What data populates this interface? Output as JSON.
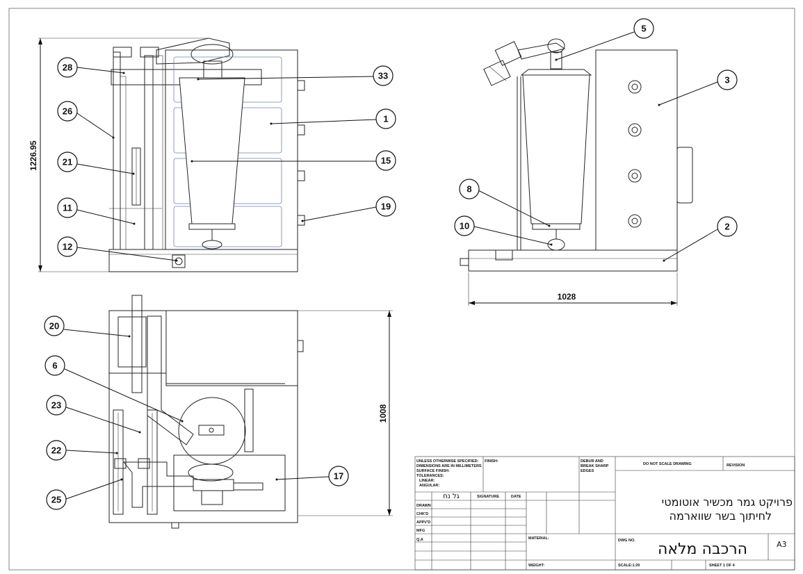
{
  "drawing": {
    "dims": {
      "height_front": "1226.95",
      "width_side": "1028",
      "depth_top": "1008"
    },
    "balloons": [
      "28",
      "26",
      "21",
      "11",
      "12",
      "33",
      "1",
      "15",
      "19",
      "5",
      "3",
      "8",
      "10",
      "2",
      "20",
      "6",
      "23",
      "22",
      "25",
      "17"
    ],
    "title_block": {
      "unless_lines": [
        "UNLESS OTHERWISE SPECIFIED:",
        "DIMENSIONS ARE IN MILLIMETERS",
        "SURFACE FINISH:",
        "TOLERANCES:",
        "LINEAR:",
        "ANGULAR:"
      ],
      "finish": "FINISH:",
      "debur": [
        "DEBUR AND",
        "BREAK SHARP",
        "EDGES"
      ],
      "do_not_scale": "DO NOT SCALE DRAWING",
      "revision": "REVISION",
      "name_header": "גל נח",
      "signature": "SIGNATURE",
      "date": "DATE",
      "rows": [
        "DRAWN",
        "CHK'D",
        "APPV'D",
        "MFG",
        "Q.A"
      ],
      "material": "MATERIAL:",
      "weight": "WEIGHT:",
      "title_line1": "פרויקט גמר מכשיר אוטומטי",
      "title_line2": "לחיתוך בשר שווארמה",
      "dwg_no": "DWG NO.",
      "dwg_title": "הרכבה מלאה",
      "size": "A3",
      "scale": "SCALE:1:20",
      "sheet": "SHEET 1 OF 4"
    }
  }
}
